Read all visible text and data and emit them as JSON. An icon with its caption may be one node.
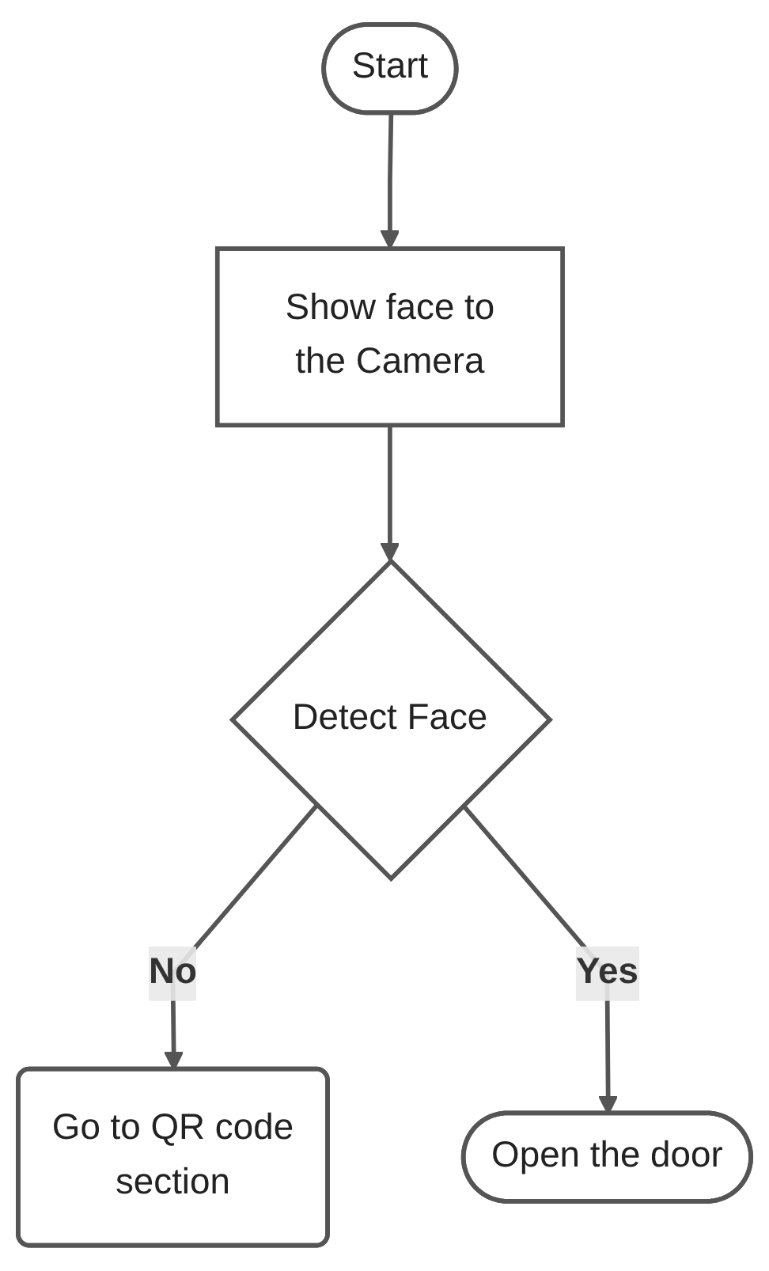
{
  "diagram": {
    "nodes": [
      {
        "text": [
          "Start"
        ]
      },
      {
        "text": [
          "Show face to the Camera"
        ]
      },
      {
        "text": [
          "Detect Face"
        ]
      },
      {
        "text": [
          "Go to QR code section"
        ]
      },
      {
        "text": [
          "Open the door"
        ]
      }
    ],
    "edges": [
      {
        "from": 0,
        "to": 1,
        "arrow": "to"
      },
      {
        "from": 1,
        "to": 2,
        "arrow": "to"
      },
      {
        "from": 2,
        "to": 3,
        "arrow": "to",
        "label": "No"
      },
      {
        "from": 2,
        "to": 4,
        "arrow": "to",
        "label": "Yes"
      }
    ]
  }
}
